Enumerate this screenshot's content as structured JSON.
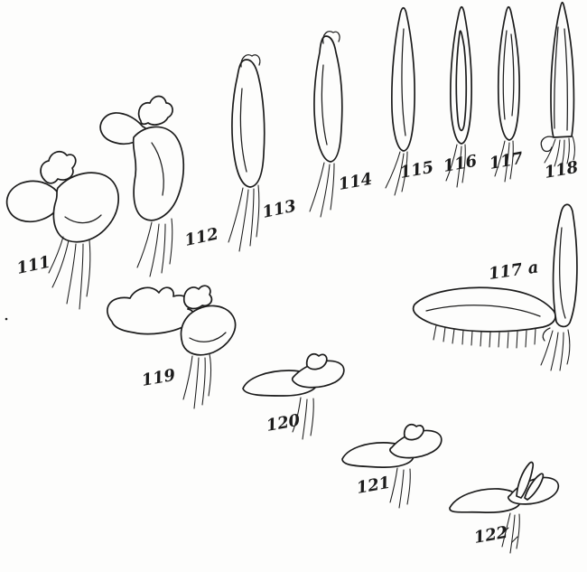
{
  "plate": {
    "background": "#fdfdfc",
    "ink": "#1c1c1c"
  },
  "figures": [
    {
      "id": "fig-111",
      "label": "111"
    },
    {
      "id": "fig-112",
      "label": "112"
    },
    {
      "id": "fig-113",
      "label": "113"
    },
    {
      "id": "fig-114",
      "label": "114"
    },
    {
      "id": "fig-115",
      "label": "115"
    },
    {
      "id": "fig-116",
      "label": "116"
    },
    {
      "id": "fig-117",
      "label": "117"
    },
    {
      "id": "fig-118",
      "label": "118"
    },
    {
      "id": "fig-117a",
      "label": "117 a"
    },
    {
      "id": "fig-119",
      "label": "119"
    },
    {
      "id": "fig-120",
      "label": "120"
    },
    {
      "id": "fig-121",
      "label": "121"
    },
    {
      "id": "fig-122",
      "label": "122"
    }
  ]
}
